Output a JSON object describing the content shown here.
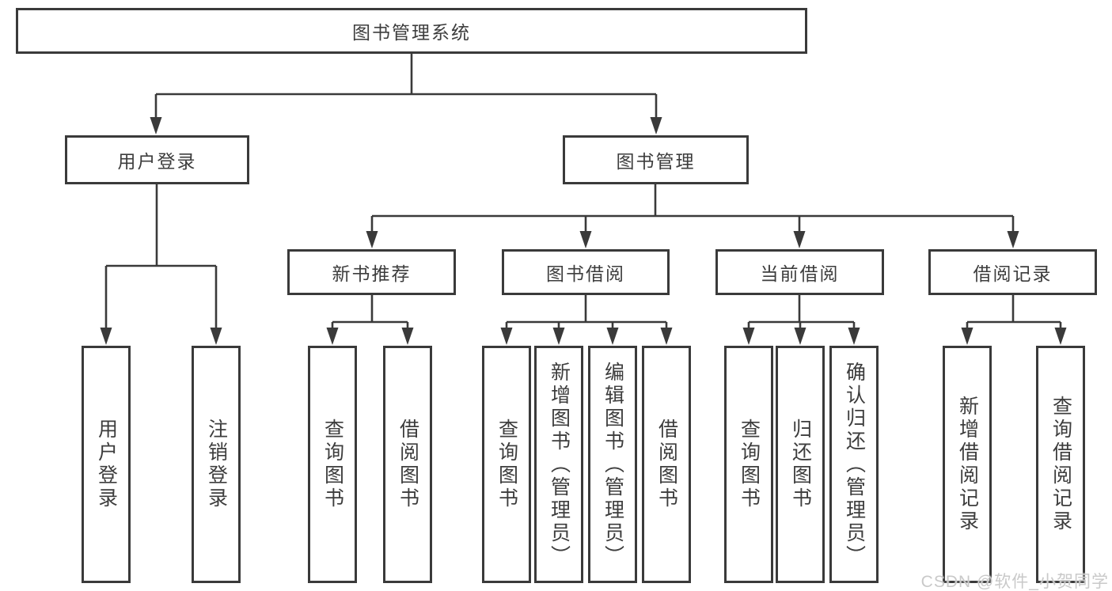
{
  "nodes": {
    "root": {
      "label": "图书管理系统"
    },
    "user_login": {
      "label": "用户登录"
    },
    "book_mgmt": {
      "label": "图书管理"
    },
    "new_book_rec": {
      "label": "新书推荐"
    },
    "book_borrow": {
      "label": "图书借阅"
    },
    "current_borrow": {
      "label": "当前借阅"
    },
    "borrow_record": {
      "label": "借阅记录"
    },
    "leaf_user_login": {
      "label": "用户登录"
    },
    "leaf_logout": {
      "label": "注销登录"
    },
    "leaf_query_book_rec": {
      "label": "查询图书"
    },
    "leaf_borrow_book_rec": {
      "label": "借阅图书"
    },
    "leaf_query_book_borrow": {
      "label": "查询图书"
    },
    "leaf_add_book": {
      "label": "新增图书（管理员）"
    },
    "leaf_edit_book": {
      "label": "编辑图书（管理员）"
    },
    "leaf_borrow_book": {
      "label": "借阅图书"
    },
    "leaf_query_book_current": {
      "label": "查询图书"
    },
    "leaf_return_book": {
      "label": "归还图书"
    },
    "leaf_confirm_return": {
      "label": "确认归还（管理员）"
    },
    "leaf_add_borrow_record": {
      "label": "新增借阅记录"
    },
    "leaf_query_borrow_record": {
      "label": "查询借阅记录"
    }
  },
  "hierarchy": {
    "root": [
      "user_login",
      "book_mgmt"
    ],
    "user_login": [
      "leaf_user_login",
      "leaf_logout"
    ],
    "book_mgmt": [
      "new_book_rec",
      "book_borrow",
      "current_borrow",
      "borrow_record"
    ],
    "new_book_rec": [
      "leaf_query_book_rec",
      "leaf_borrow_book_rec"
    ],
    "book_borrow": [
      "leaf_query_book_borrow",
      "leaf_add_book",
      "leaf_edit_book",
      "leaf_borrow_book"
    ],
    "current_borrow": [
      "leaf_query_book_current",
      "leaf_return_book",
      "leaf_confirm_return"
    ],
    "borrow_record": [
      "leaf_add_borrow_record",
      "leaf_query_borrow_record"
    ]
  },
  "watermark": {
    "text": "CSDN @软件_小贺同学"
  },
  "colors": {
    "line": "#3a3a3a",
    "text": "#3d3d3d",
    "boxbg": "#ffffff",
    "pagebg": "#ffffff",
    "watermark": "#c9c9c9"
  }
}
